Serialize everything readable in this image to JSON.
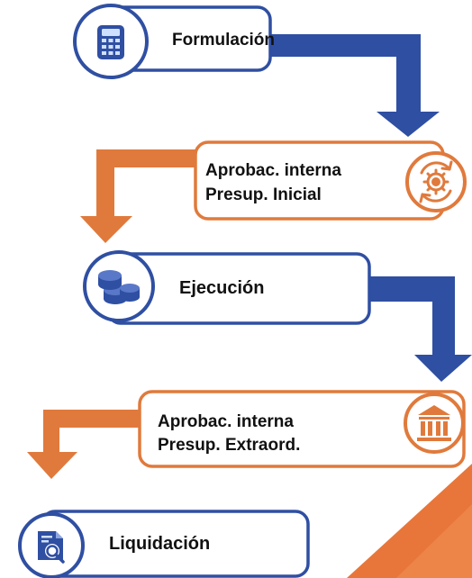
{
  "colors": {
    "blue": "#2f4fa2",
    "orange": "#e07a3c",
    "accent_fill": "#e8763a"
  },
  "stages": [
    {
      "icon": "calculator-icon",
      "line1": "Formulación",
      "line2": ""
    },
    {
      "icon": "gear-cycle-icon",
      "line1": "Aprobac.  interna",
      "line2": "Presup. Inicial"
    },
    {
      "icon": "coins-icon",
      "line1": "Ejecución",
      "line2": ""
    },
    {
      "icon": "bank-building-icon",
      "line1": "Aprobac.  interna",
      "line2": "Presup. Extraord."
    },
    {
      "icon": "document-search-icon",
      "line1": "Liquidación",
      "line2": ""
    }
  ]
}
